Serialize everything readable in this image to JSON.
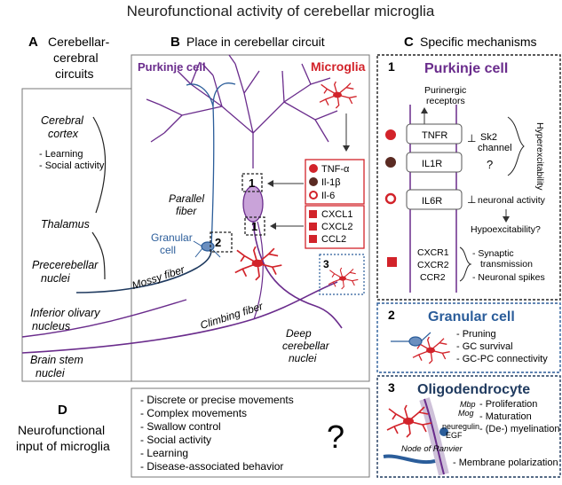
{
  "title": "Neurofunctional activity of cerebellar microglia",
  "panelA": {
    "letter": "A",
    "heading_l1": "Cerebellar-",
    "heading_l2": "cerebral",
    "heading_l3": "circuits",
    "cortex_l1": "Cerebral",
    "cortex_l2": "cortex",
    "func1": "- Learning",
    "func2": "- Social activity",
    "thalamus": "Thalamus",
    "precereb_l1": "Precerebellar",
    "precereb_l2": "nuclei",
    "olivary_l1": "Inferior olivary",
    "olivary_l2": "nucleus",
    "brainstem_l1": "Brain stem",
    "brainstem_l2": "nuclei"
  },
  "panelB": {
    "letter": "B",
    "heading": "Place in cerebellar circuit",
    "purkinje": "Purkinje cell",
    "microglia": "Microglia",
    "parallel_l1": "Parallel",
    "parallel_l2": "fiber",
    "granular_l1": "Granular",
    "granular_l2": "cell",
    "mossy": "Mossy fiber",
    "climbing": "Climbing fiber",
    "deep_l1": "Deep",
    "deep_l2": "cerebellar",
    "deep_l3": "nuclei",
    "marker1": "1",
    "marker2": "2",
    "marker1b": "1",
    "marker3": "3",
    "cyto1": "TNF-α",
    "cyto2": "Il-1β",
    "cyto3": "Il-6",
    "chemo1": "CXCL1",
    "chemo2": "CXCL2",
    "chemo3": "CCL2"
  },
  "panelC": {
    "letter": "C",
    "heading": "Specific mechanisms",
    "box1_num": "1",
    "box1_title": "Purkinje cell",
    "purinergic_l1": "Purinergic",
    "purinergic_l2": "receptors",
    "tnfr": "TNFR",
    "il1r": "IL1R",
    "il6r": "IL6R",
    "sk2_l1": "Sk2",
    "sk2_l2": "channel",
    "question": "?",
    "neuronal_activity": "neuronal activity",
    "hyperexcitability": "Hyperexcitability",
    "hyperexcitability_q": "Hypoexcitability?",
    "cxcr1": "CXCR1",
    "cxcr2": "CXCR2",
    "ccr2": "CCR2",
    "synaptic_l1": "- Synaptic",
    "synaptic_l2": "transmission",
    "spikes": "- Neuronal spikes",
    "box2_num": "2",
    "box2_title": "Granular cell",
    "pruning": "- Pruning",
    "gc_survival": "- GC survival",
    "gcpc": "- GC-PC connectivity",
    "box3_num": "3",
    "box3_title": "Oligodendrocyte",
    "mbp": "Mbp",
    "mog": "Mog",
    "proliferation": "- Proliferation",
    "maturation": "- Maturation",
    "myelination": "- (De-) myelination",
    "neuregulin": "neuregulin",
    "egf": "EGF",
    "ranvier": "Node of Ranvier",
    "membrane": "- Membrane polarization"
  },
  "panelD": {
    "letter": "D",
    "heading_l1": "Neurofunctional",
    "heading_l2": "input of microglia",
    "item1": "- Discrete or precise movements",
    "item2": "- Complex movements",
    "item3": "- Swallow control",
    "item4": "- Social activity",
    "item5": "- Learning",
    "item6": "- Disease-associated behavior",
    "question": "?"
  },
  "colors": {
    "purkinje": "#6a2c8c",
    "microglia": "#d2232a",
    "granular": "#2b5d9a",
    "fiber": "#1f3a5f",
    "dark_red": "#5a2a22"
  }
}
